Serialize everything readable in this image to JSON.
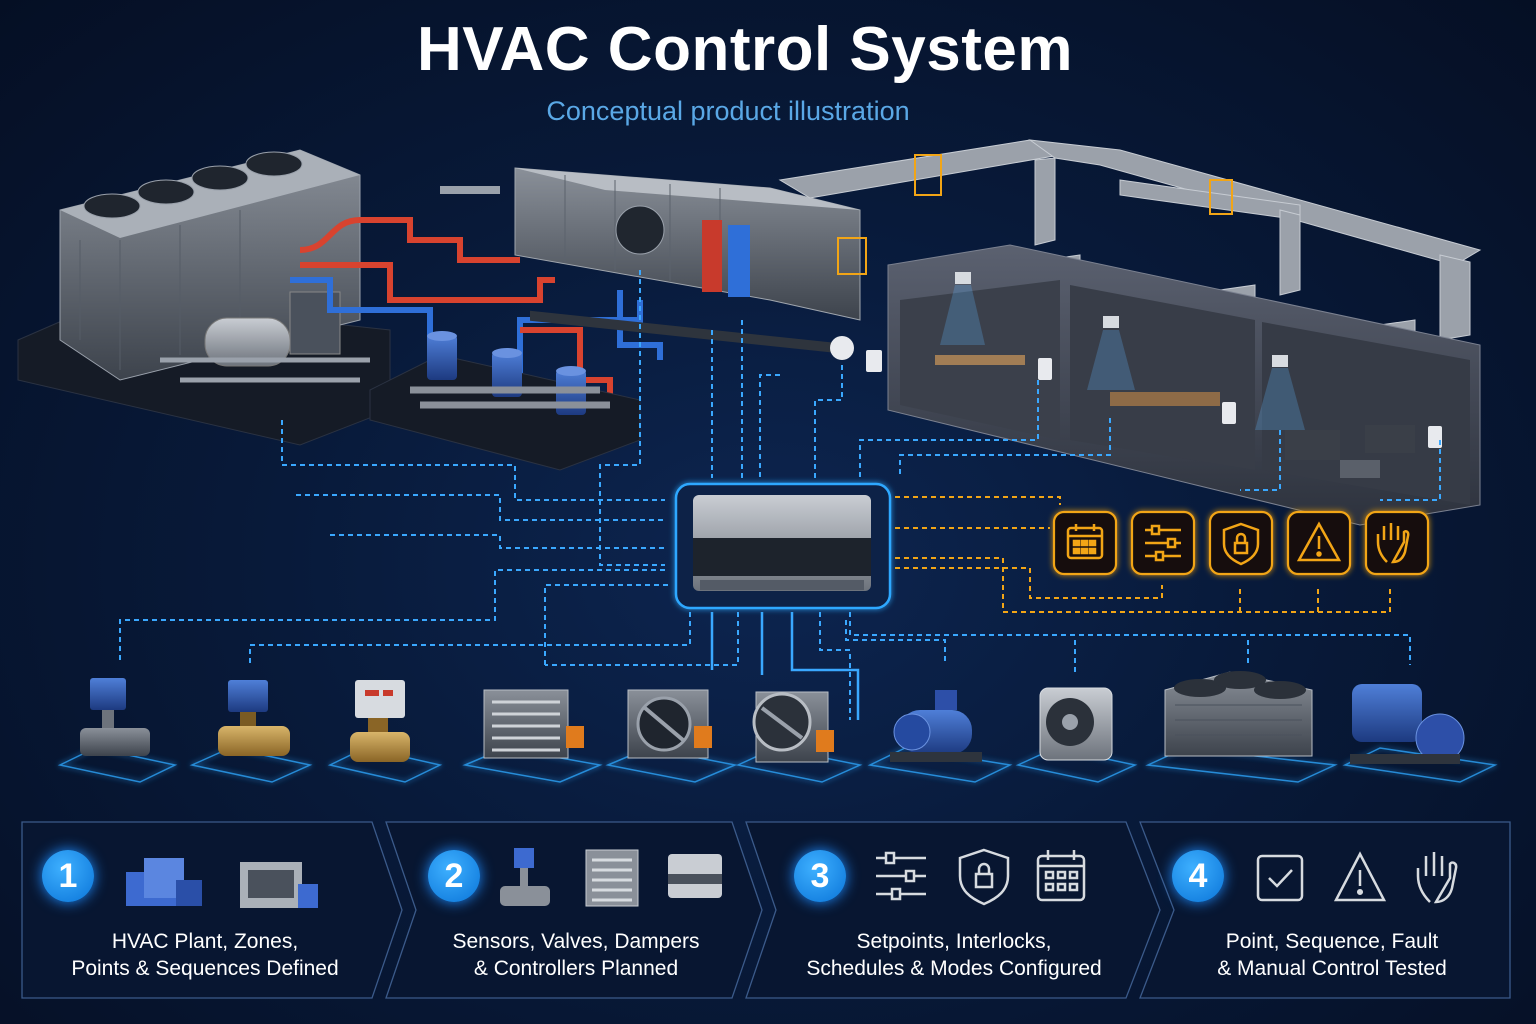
{
  "title": "HVAC Control System",
  "subtitle": "Conceptual product illustration",
  "colors": {
    "background": "#07142c",
    "accent_blue": "#2fa8ff",
    "alert_orange": "#f2a516",
    "supply_red": "#d8432f",
    "return_blue": "#2f6fd8"
  },
  "field_devices": [
    {
      "icon": "actuated-valve-icon"
    },
    {
      "icon": "brass-valve-icon"
    },
    {
      "icon": "control-valve-icon"
    },
    {
      "icon": "damper-icon"
    },
    {
      "icon": "round-damper-icon"
    },
    {
      "icon": "round-damper-actuator-icon"
    },
    {
      "icon": "pump-motor-icon"
    },
    {
      "icon": "centrifugal-fan-icon"
    },
    {
      "icon": "condenser-unit-icon"
    },
    {
      "icon": "blue-pump-icon"
    }
  ],
  "control_functions": [
    {
      "icon": "calendar-icon"
    },
    {
      "icon": "sliders-icon"
    },
    {
      "icon": "shield-lock-icon"
    },
    {
      "icon": "warning-icon"
    },
    {
      "icon": "manual-hand-icon"
    }
  ],
  "steps": [
    {
      "number": "1",
      "line1": "HVAC Plant, Zones,",
      "line2": "Points & Sequences Defined"
    },
    {
      "number": "2",
      "line1": "Sensors, Valves, Dampers",
      "line2": "& Controllers Planned"
    },
    {
      "number": "3",
      "line1": "Setpoints, Interlocks,",
      "line2": "Schedules & Modes Configured"
    },
    {
      "number": "4",
      "line1": "Point, Sequence, Fault",
      "line2": "& Manual Control Tested"
    }
  ]
}
